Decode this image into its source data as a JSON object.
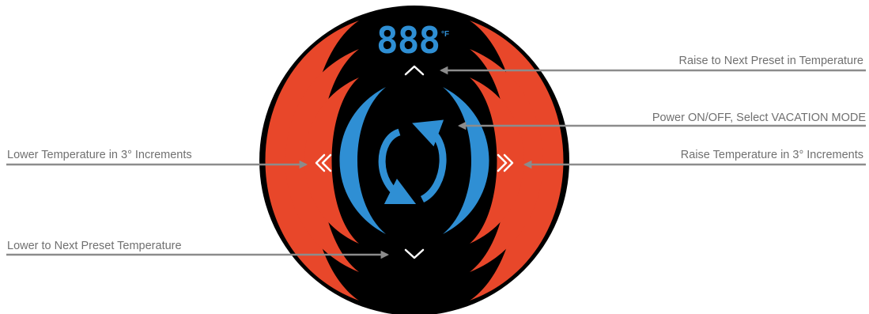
{
  "display": {
    "digits": "888",
    "unit": "°F",
    "digit_color": "#2f8fd4"
  },
  "colors": {
    "panel": "#000000",
    "heat_arc": "#e8472a",
    "power_ring": "#2f8fd4",
    "control_glyph": "#ffffff",
    "callout": "#8c8c8c",
    "callout_text": "#707070"
  },
  "controls": {
    "up": {
      "icon": "chevron-up-icon"
    },
    "down": {
      "icon": "chevron-down-icon"
    },
    "left": {
      "icon": "double-chevron-left-icon"
    },
    "right": {
      "icon": "double-chevron-right-icon"
    },
    "power": {
      "icon": "power-cycle-icon"
    }
  },
  "callouts": {
    "raise_preset": "Raise to Next Preset in Temperature",
    "power": "Power ON/OFF, Select VACATION MODE",
    "raise_temp": "Raise Temperature in 3° Increments",
    "lower_temp": "Lower Temperature in 3° Increments",
    "lower_preset": "Lower to Next Preset Temperature"
  }
}
